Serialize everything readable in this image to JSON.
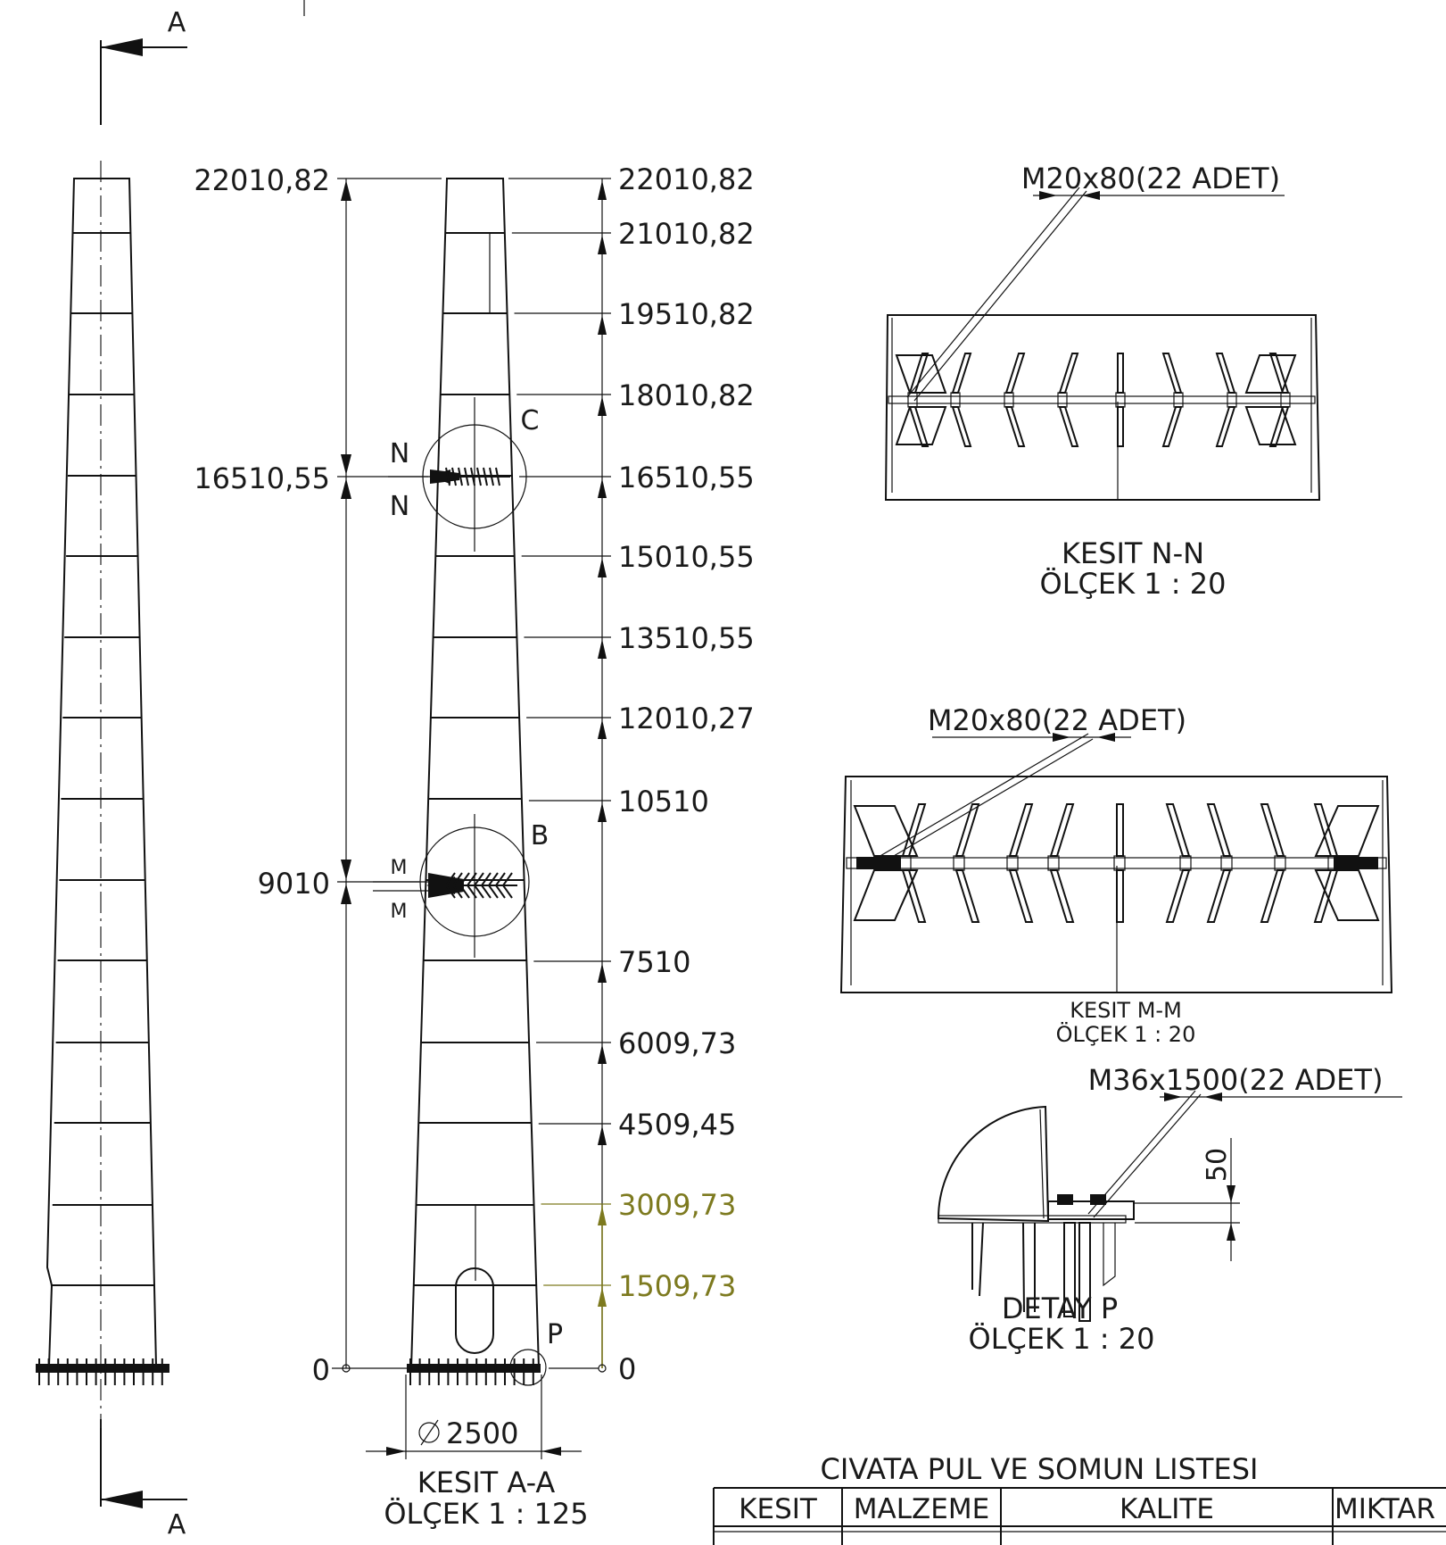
{
  "section_marker": {
    "letter": "A"
  },
  "elevation_labels": [
    "22010,82",
    "21010,82",
    "19510,82",
    "18010,82",
    "16510,55",
    "15010,55",
    "13510,55",
    "12010,27",
    "10510",
    "7510",
    "6009,73",
    "4509,45",
    "3009,73",
    "1509,73",
    "0"
  ],
  "left_labels": [
    "22010,82",
    "16510,55",
    "9010",
    "0"
  ],
  "highlight_color": "#7d7a1f",
  "cut_markers": {
    "n": "N",
    "m": "M"
  },
  "detail_markers": {
    "c": "C",
    "b": "B",
    "p": "P"
  },
  "diameter_label": "2500",
  "main_view": {
    "title": "KESIT A-A",
    "scale": "ÖLÇEK 1 : 125"
  },
  "section_nn": {
    "bolt_label": "M20x80(22 ADET)",
    "title": "KESIT N-N",
    "scale": "ÖLÇEK 1 : 20"
  },
  "section_mm": {
    "bolt_label": "M20x80(22 ADET)",
    "title": "KESIT M-M",
    "scale": "ÖLÇEK 1 : 20"
  },
  "detail_p": {
    "bolt_label": "M36x1500(22 ADET)",
    "dim": "50",
    "title": "DETAY P",
    "scale": "ÖLÇEK 1 : 20"
  },
  "bolt_table": {
    "title": "CIVATA PUL VE SOMUN LISTESI",
    "headers": [
      "KESIT",
      "MALZEME",
      "KALITE",
      "MIKTAR"
    ]
  }
}
